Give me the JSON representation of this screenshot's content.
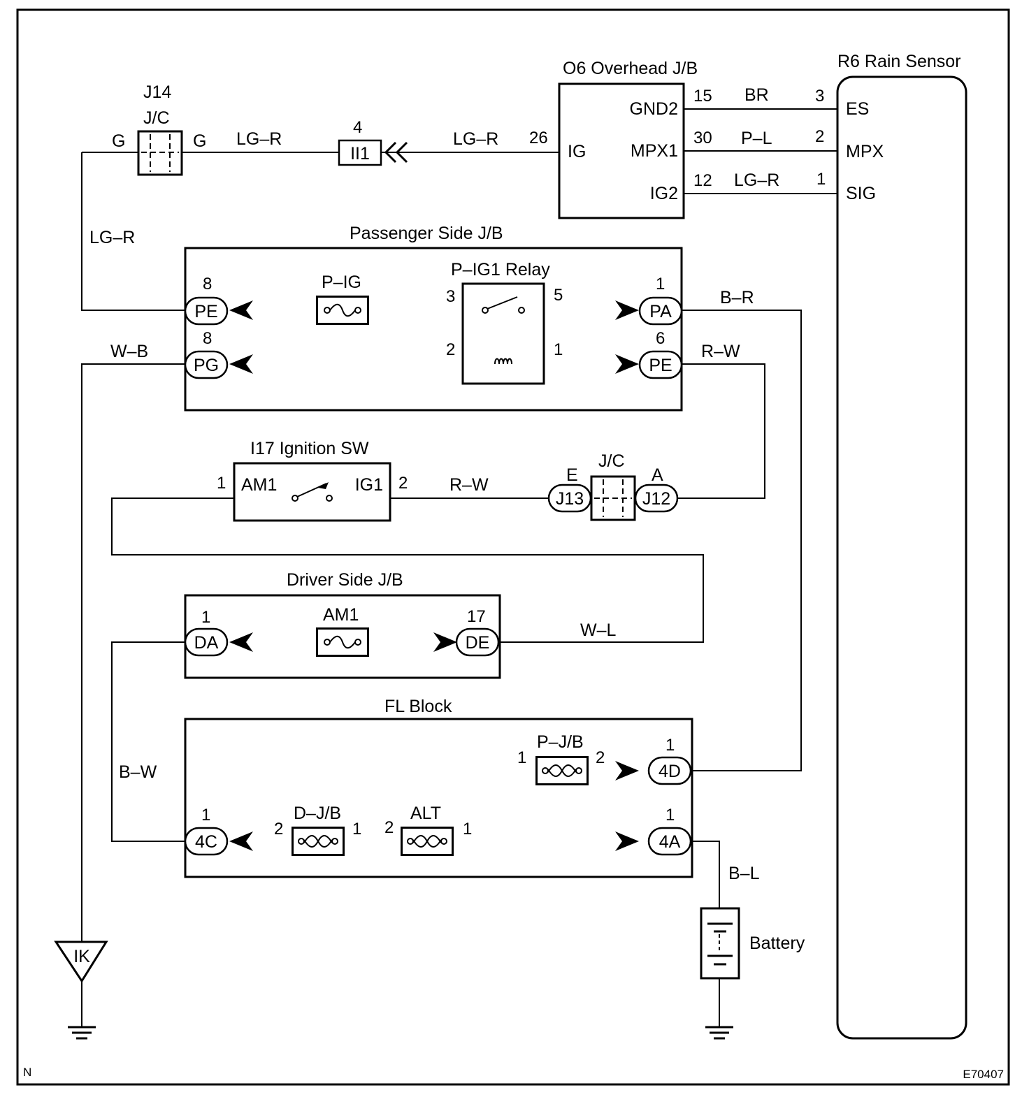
{
  "components": {
    "overhead_jb": {
      "title": "O6 Overhead J/B",
      "ig": "IG",
      "gnd2": "GND2",
      "mpx1": "MPX1",
      "ig2": "IG2",
      "pin_ig": "26",
      "pin_gnd2": "15",
      "pin_mpx1": "30",
      "pin_ig2": "12"
    },
    "rain_sensor": {
      "title": "R6 Rain Sensor",
      "es": "ES",
      "mpx": "MPX",
      "sig": "SIG",
      "pin_es": "3",
      "pin_mpx": "2",
      "pin_sig": "1"
    },
    "j14": {
      "id": "J14",
      "type": "J/C",
      "left": "G",
      "right": "G"
    },
    "ii1": {
      "label": "II1",
      "pin": "4"
    },
    "passenger_jb": {
      "title": "Passenger Side J/B",
      "relay_title": "P–IG1 Relay",
      "fuse": "P–IG",
      "pe_left": "PE",
      "pe_left_pin": "8",
      "pg": "PG",
      "pg_pin": "8",
      "pa": "PA",
      "pa_pin": "1",
      "pe_right": "PE",
      "pe_right_pin": "6",
      "relay_pin3": "3",
      "relay_pin5": "5",
      "relay_pin2": "2",
      "relay_pin1": "1"
    },
    "ignition_sw": {
      "title": "I17 Ignition SW",
      "am1": "AM1",
      "ig1": "IG1",
      "pin1": "1",
      "pin2": "2"
    },
    "jc": {
      "title": "J/C",
      "j13": "J13",
      "j12": "J12",
      "e": "E",
      "a": "A"
    },
    "driver_jb": {
      "title": "Driver Side J/B",
      "fuse": "AM1",
      "da": "DA",
      "da_pin": "1",
      "de": "DE",
      "de_pin": "17"
    },
    "fl_block": {
      "title": "FL Block",
      "pjb": "P–J/B",
      "djb": "D–J/B",
      "alt": "ALT",
      "c4d": "4D",
      "c4d_pin": "1",
      "c4c": "4C",
      "c4c_pin": "1",
      "c4a": "4A",
      "c4a_pin": "1",
      "pjb_pin1": "1",
      "pjb_pin2": "2",
      "djb_pin2": "2",
      "djb_pin1": "1",
      "alt_pin2": "2",
      "alt_pin1": "1"
    },
    "ground_ik": "IK",
    "battery": "Battery"
  },
  "wires": {
    "lgr_1": "LG–R",
    "lgr_2": "LG–R",
    "lgr_3": "LG–R",
    "lgr_4": "LG–R",
    "br": "BR",
    "pl": "P–L",
    "b_r": "B–R",
    "r_w_1": "R–W",
    "r_w_2": "R–W",
    "w_b": "W–B",
    "w_l": "W–L",
    "b_w": "B–W",
    "b_l": "B–L"
  },
  "footer": {
    "left": "N",
    "right": "E70407"
  }
}
